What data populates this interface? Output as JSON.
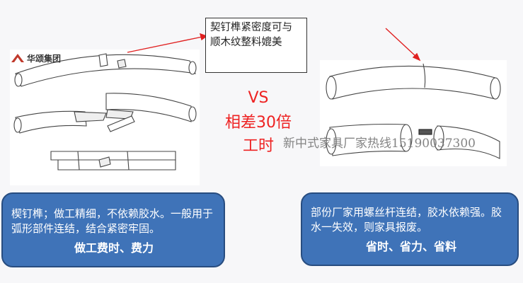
{
  "logo": {
    "text": "华颂集团"
  },
  "callout": {
    "text": "契钉榫紧密度可与顺木纹整料媲美"
  },
  "comparison": {
    "vs": "VS",
    "line2": "相差30倍",
    "line3": "工时"
  },
  "watermark": {
    "text": "新中式家具厂家热线15190037300"
  },
  "left_box": {
    "desc": "楔钉榫；做工精细，不依赖胶水。一般用于弧形部件连结，结合紧密牢固。",
    "summary": "做工费时、费力"
  },
  "right_box": {
    "desc": "部份厂家用螺丝杆连结，胶水依赖强。胶水一失效，则家具报废。",
    "summary": "省时、省力、省料"
  },
  "colors": {
    "accent": "#e22222",
    "box": "#3f73b8"
  }
}
